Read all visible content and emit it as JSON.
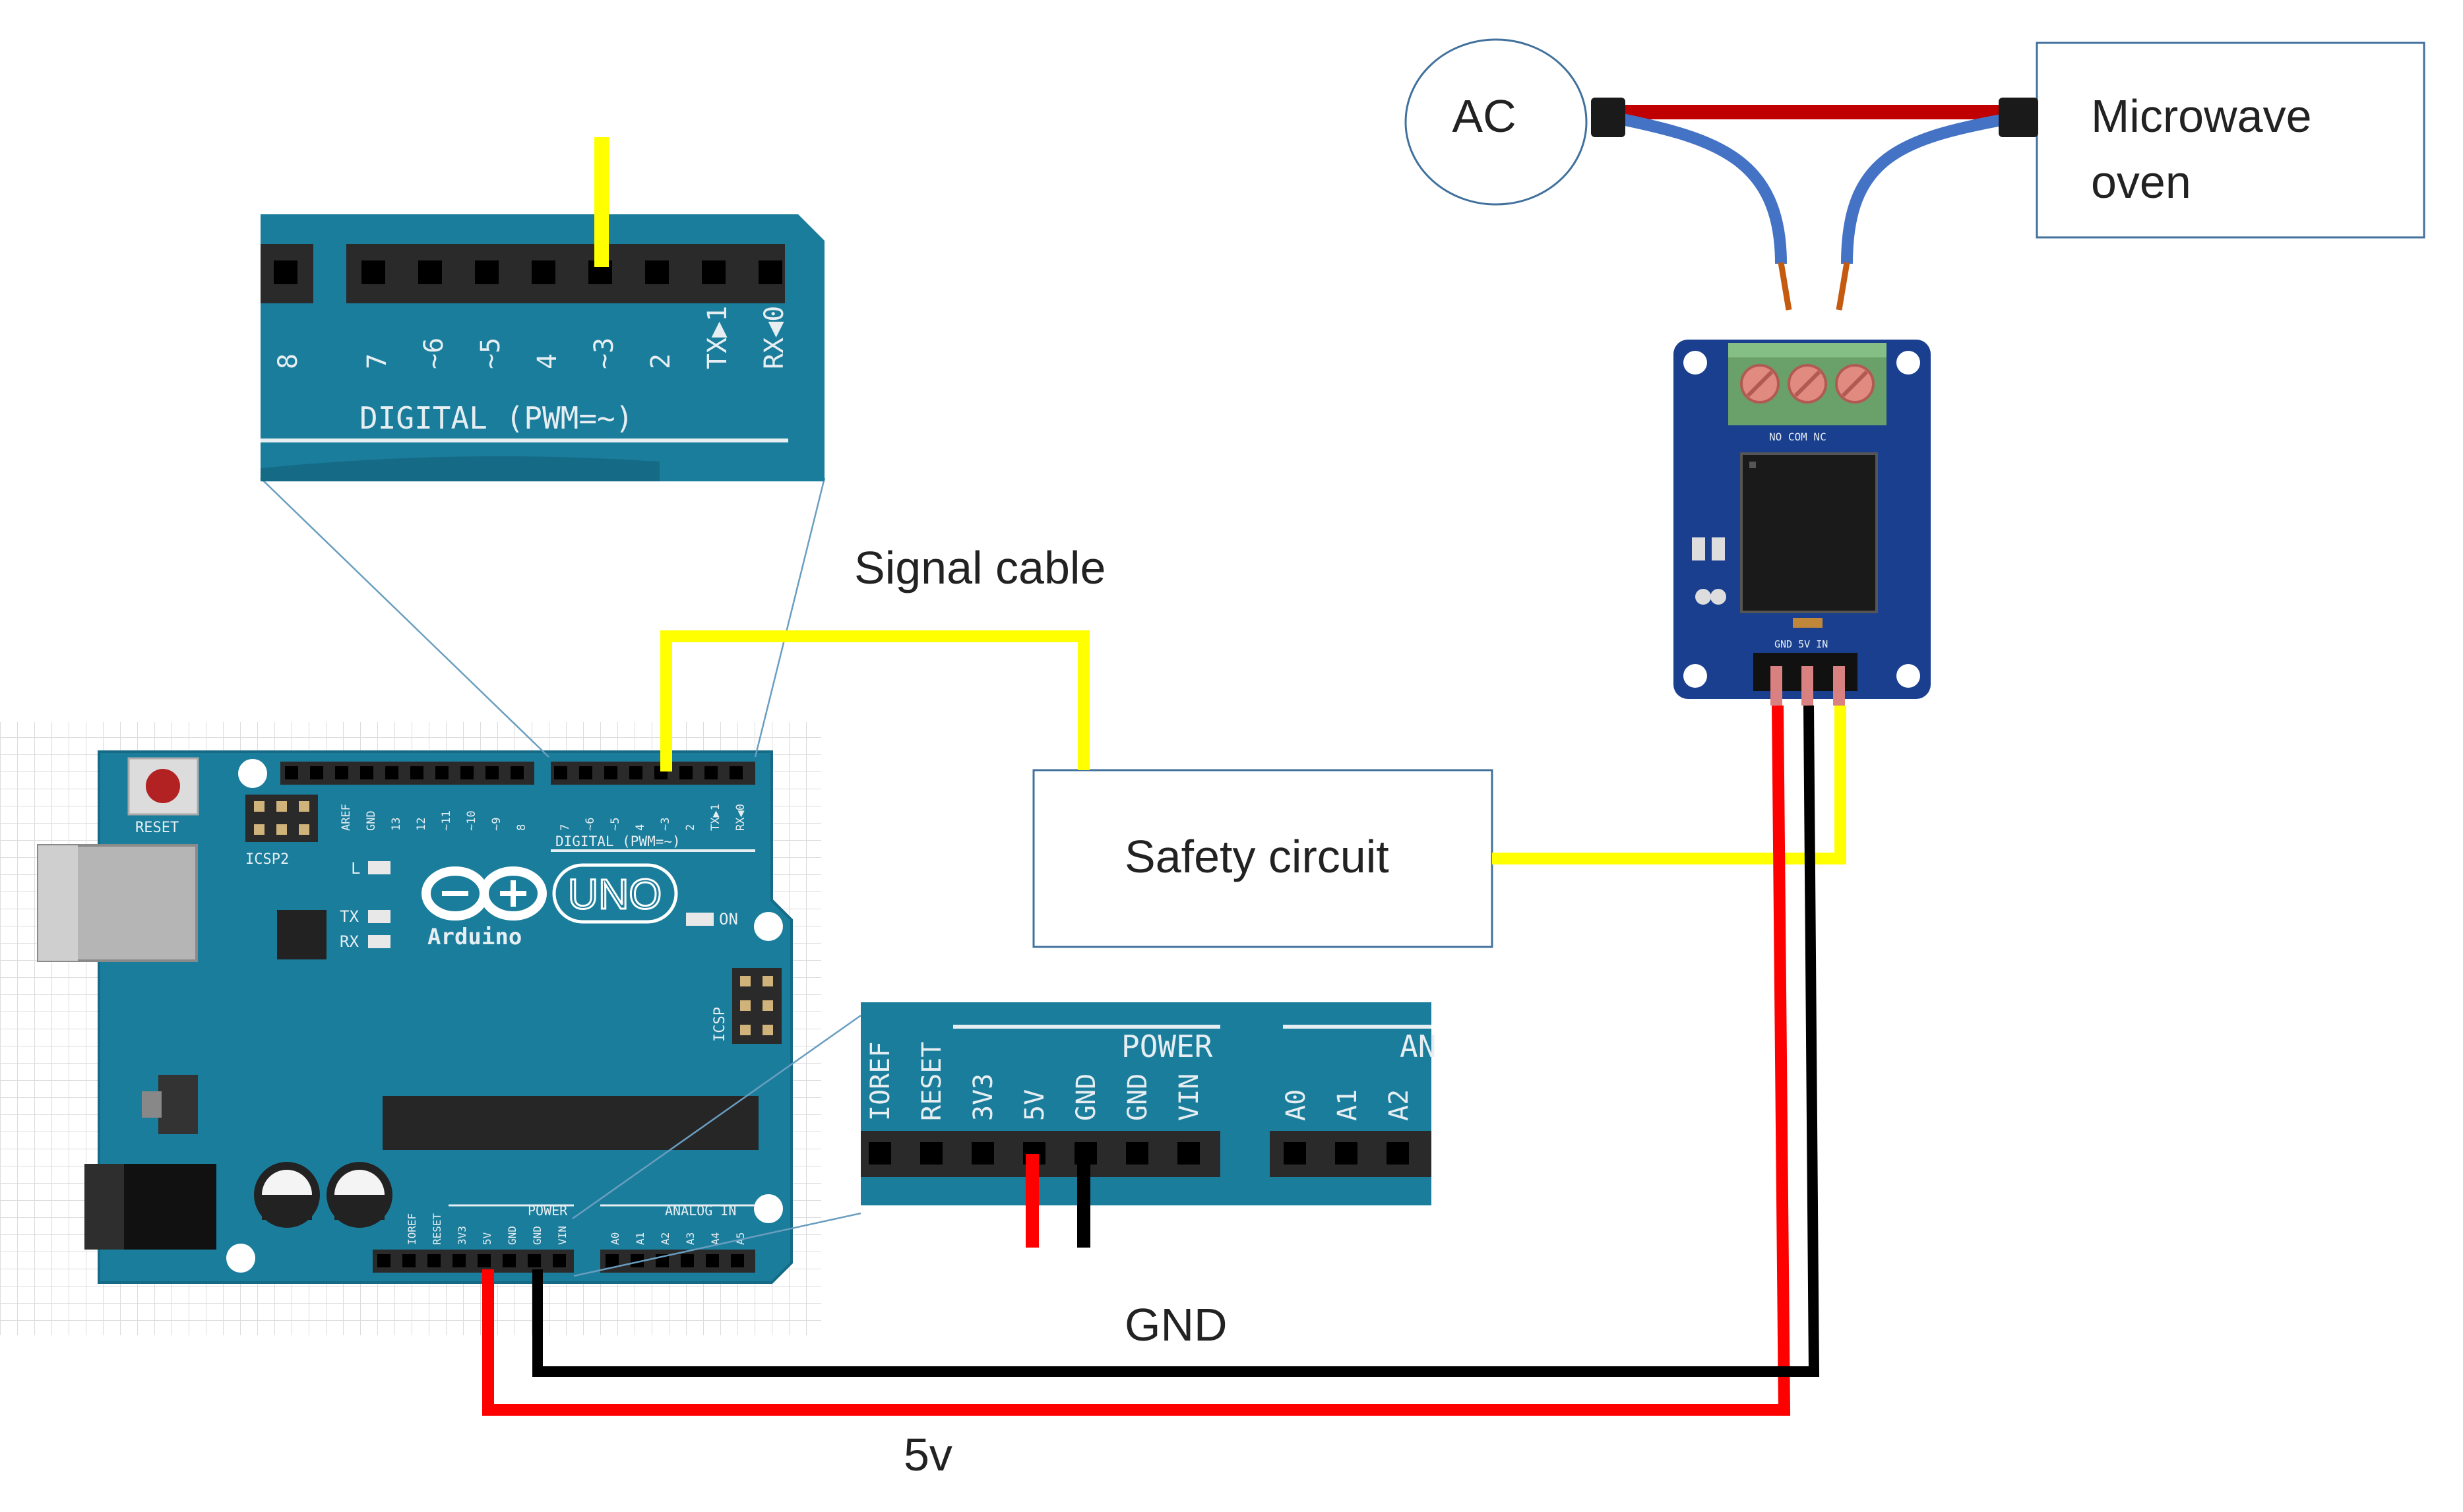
{
  "labels": {
    "ac": "AC",
    "microwave": "Microwave",
    "oven": "oven",
    "signal_cable": "Signal cable",
    "safety_circuit": "Safety circuit",
    "gnd": "GND",
    "five_v": "5v"
  },
  "arduino": {
    "brand": "Arduino",
    "model": "UNO",
    "reset": "RESET",
    "icsp2": "ICSP2",
    "icsp": "ICSP",
    "led_l": "L",
    "led_tx": "TX",
    "led_rx": "RX",
    "led_on": "ON",
    "digital_header": "DIGITAL (PWM=~)",
    "power": "POWER",
    "analog_in": "ANALOG IN",
    "digital_pins": [
      "AREF",
      "GND",
      "13",
      "12",
      "~11",
      "~10",
      "~9",
      "8",
      "7",
      "~6",
      "~5",
      "4",
      "~3",
      "2",
      "TX▶1",
      "RX◀0"
    ],
    "power_pins": [
      "IOREF",
      "RESET",
      "3V3",
      "5V",
      "GND",
      "GND",
      "VIN"
    ],
    "analog_pins": [
      "A0",
      "A1",
      "A2",
      "A3",
      "A4",
      "A5"
    ]
  },
  "zoom_digital": {
    "header": "DIGITAL (PWM=~)",
    "pins": [
      "8",
      "7",
      "~6",
      "~5",
      "4",
      "~3",
      "2",
      "TX▶1",
      "RX◀0"
    ]
  },
  "zoom_power": {
    "header": "POWER",
    "header2": "AN",
    "pins": [
      "IOREF",
      "RESET",
      "3V3",
      "5V",
      "GND",
      "GND",
      "VIN"
    ],
    "analog_pins": [
      "A0",
      "A1",
      "A2"
    ]
  },
  "relay": {
    "terminals": "NO COM NC",
    "pins": "GND 5V IN"
  },
  "colors": {
    "board": "#1b7d9c",
    "signal": "#ffff00",
    "vcc": "#ff0000",
    "ground": "#000000",
    "ac_wire": "#c00000",
    "blue_wire": "#4472c4",
    "relay_board": "#1b3f8f",
    "box_border": "#41719c"
  }
}
